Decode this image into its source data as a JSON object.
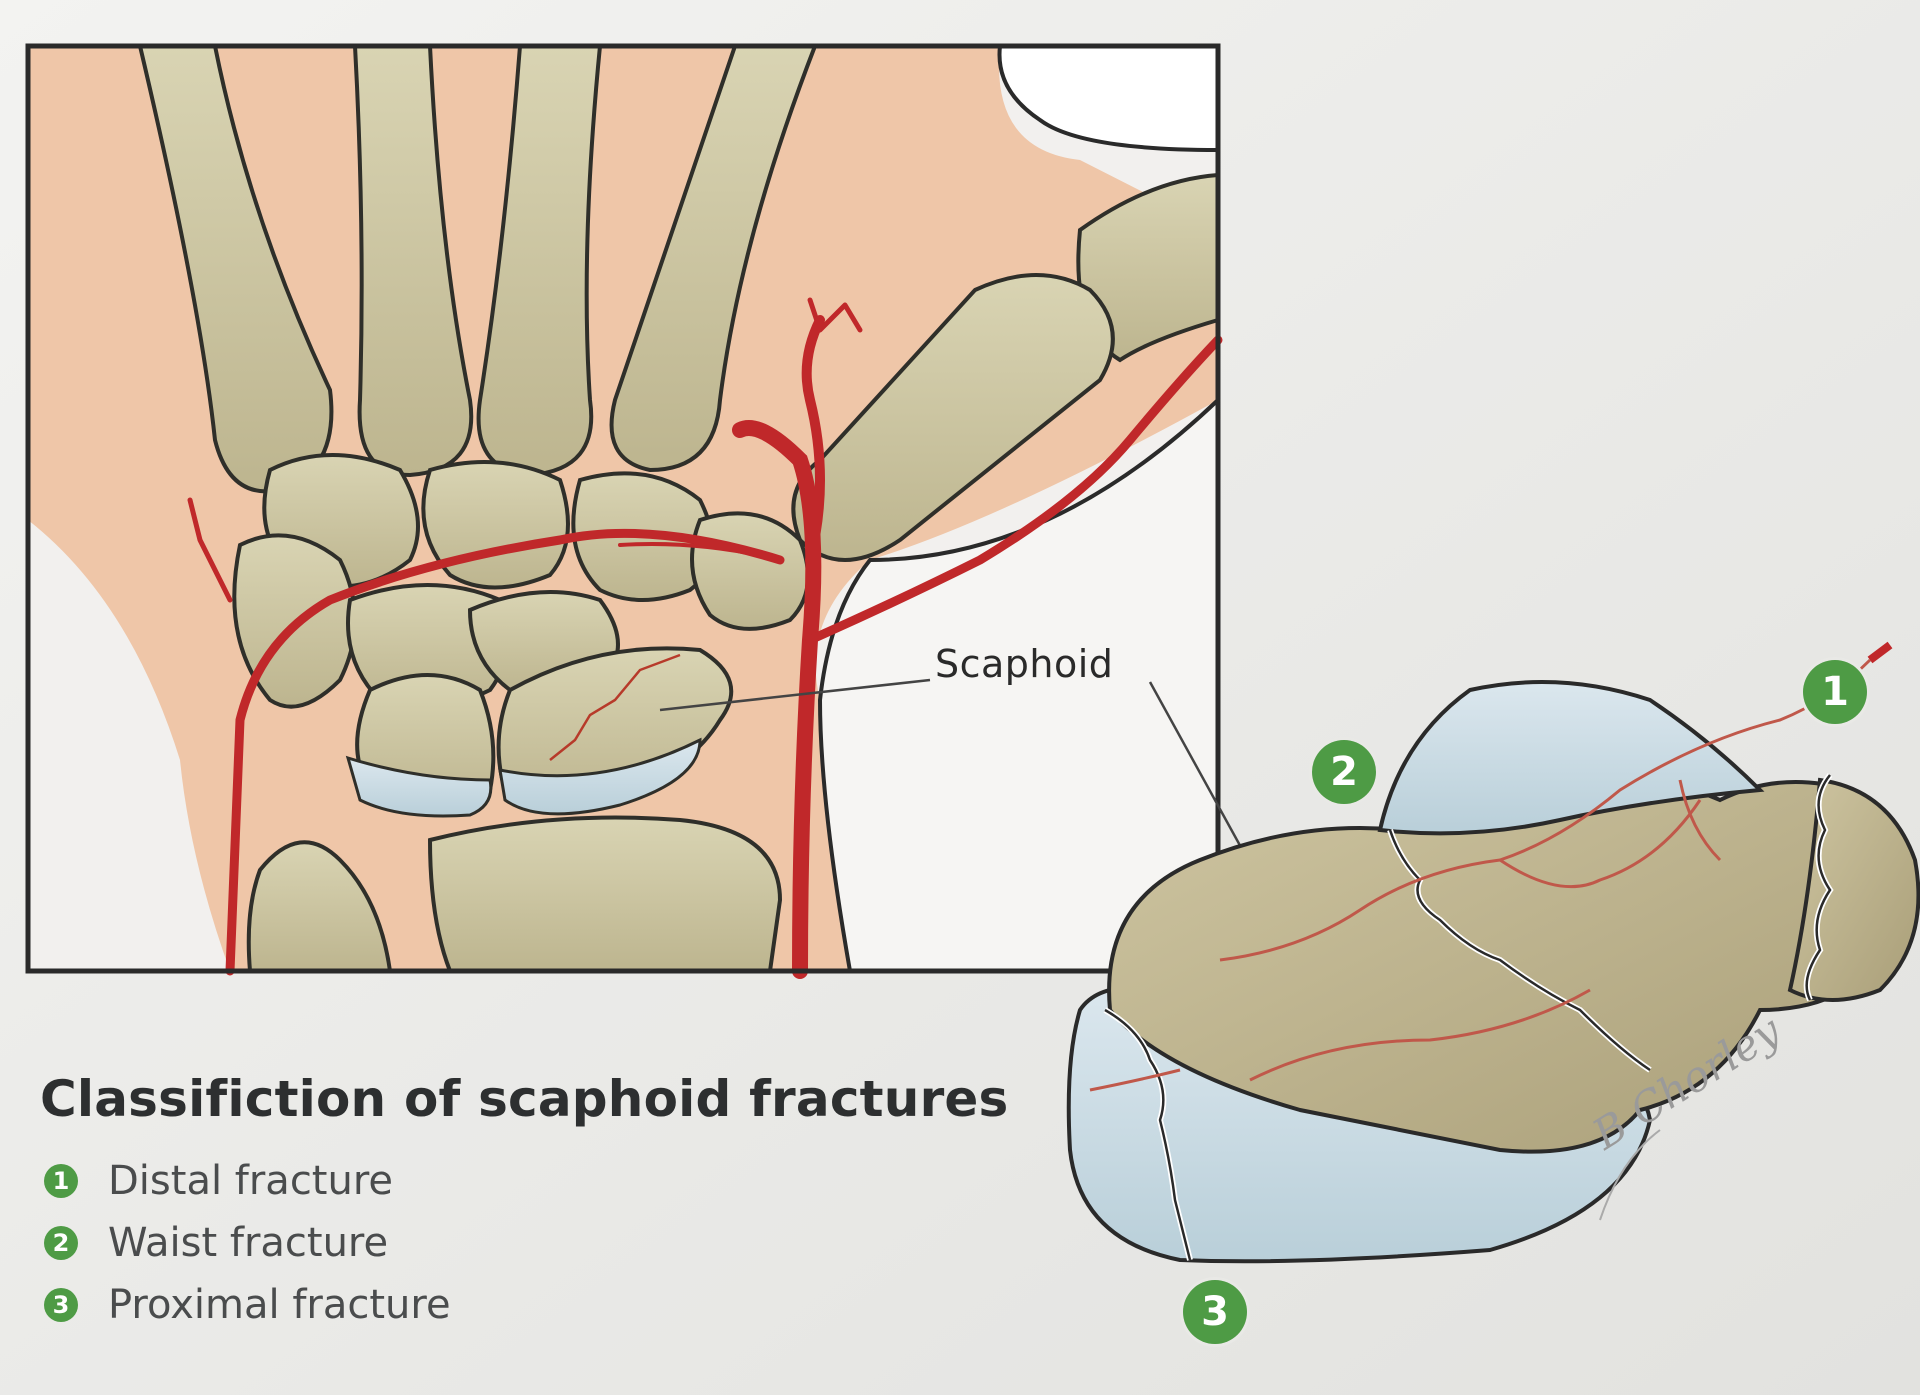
{
  "figure": {
    "callout_label": "Scaphoid",
    "title": "Classifiction of scaphoid fractures",
    "signature": "B Chorley"
  },
  "legend": [
    {
      "number": "1",
      "label": "Distal fracture"
    },
    {
      "number": "2",
      "label": "Waist fracture"
    },
    {
      "number": "3",
      "label": "Proximal fracture"
    }
  ],
  "markers": [
    "1",
    "2",
    "3"
  ],
  "colors": {
    "accent_green": "#4e9b45",
    "artery_red": "#c0282a",
    "bone": "#cbc5a0",
    "skin": "#efc6a8",
    "cartilage": "#c9dbe4"
  }
}
